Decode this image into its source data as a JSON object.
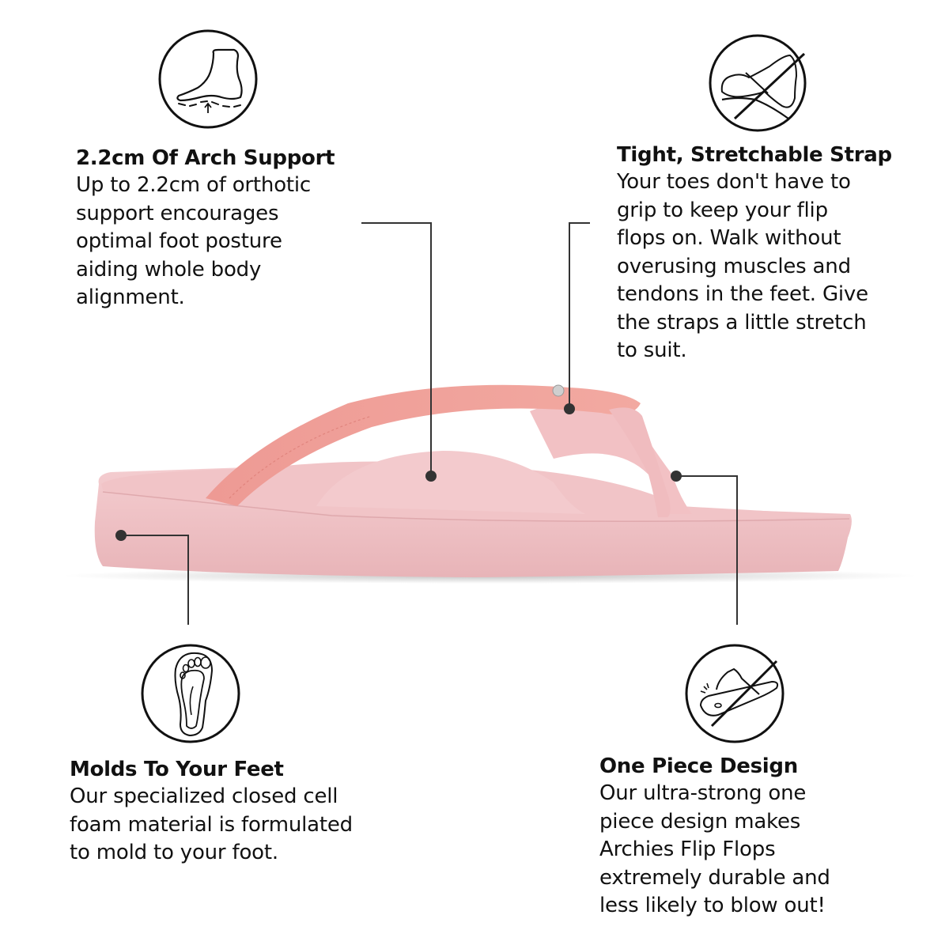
{
  "features": [
    {
      "id": "arch-support",
      "title": "2.2cm Of Arch Support",
      "description": "Up to 2.2cm of orthotic\nsupport encourages\noptimal foot posture\naiding whole body\nalignment.",
      "icon": "foot-arch-icon"
    },
    {
      "id": "strap",
      "title": "Tight, Stretchable Strap",
      "description": "Your toes don't have to\ngrip to keep your flip\nflops on. Walk without\noverusing muscles and\ntendons in the feet. Give\nthe straps a little stretch\nto suit.",
      "icon": "no-toe-grip-icon"
    },
    {
      "id": "molds",
      "title": "Molds To Your Feet",
      "description": "Our specialized closed cell\nfoam material is formulated\nto mold to your foot.",
      "icon": "footprint-icon"
    },
    {
      "id": "one-piece",
      "title": "One Piece Design",
      "description": "Our ultra-strong one\npiece design makes\nArchies Flip Flops\nextremely durable and\nless likely to blow out!",
      "icon": "no-blowout-icon"
    }
  ],
  "product": {
    "name": "Archies Flip Flops",
    "sole_color": "#f2c6c9",
    "strap_color": "#f0a29b"
  },
  "colors": {
    "text": "#111111",
    "line": "#333333"
  }
}
